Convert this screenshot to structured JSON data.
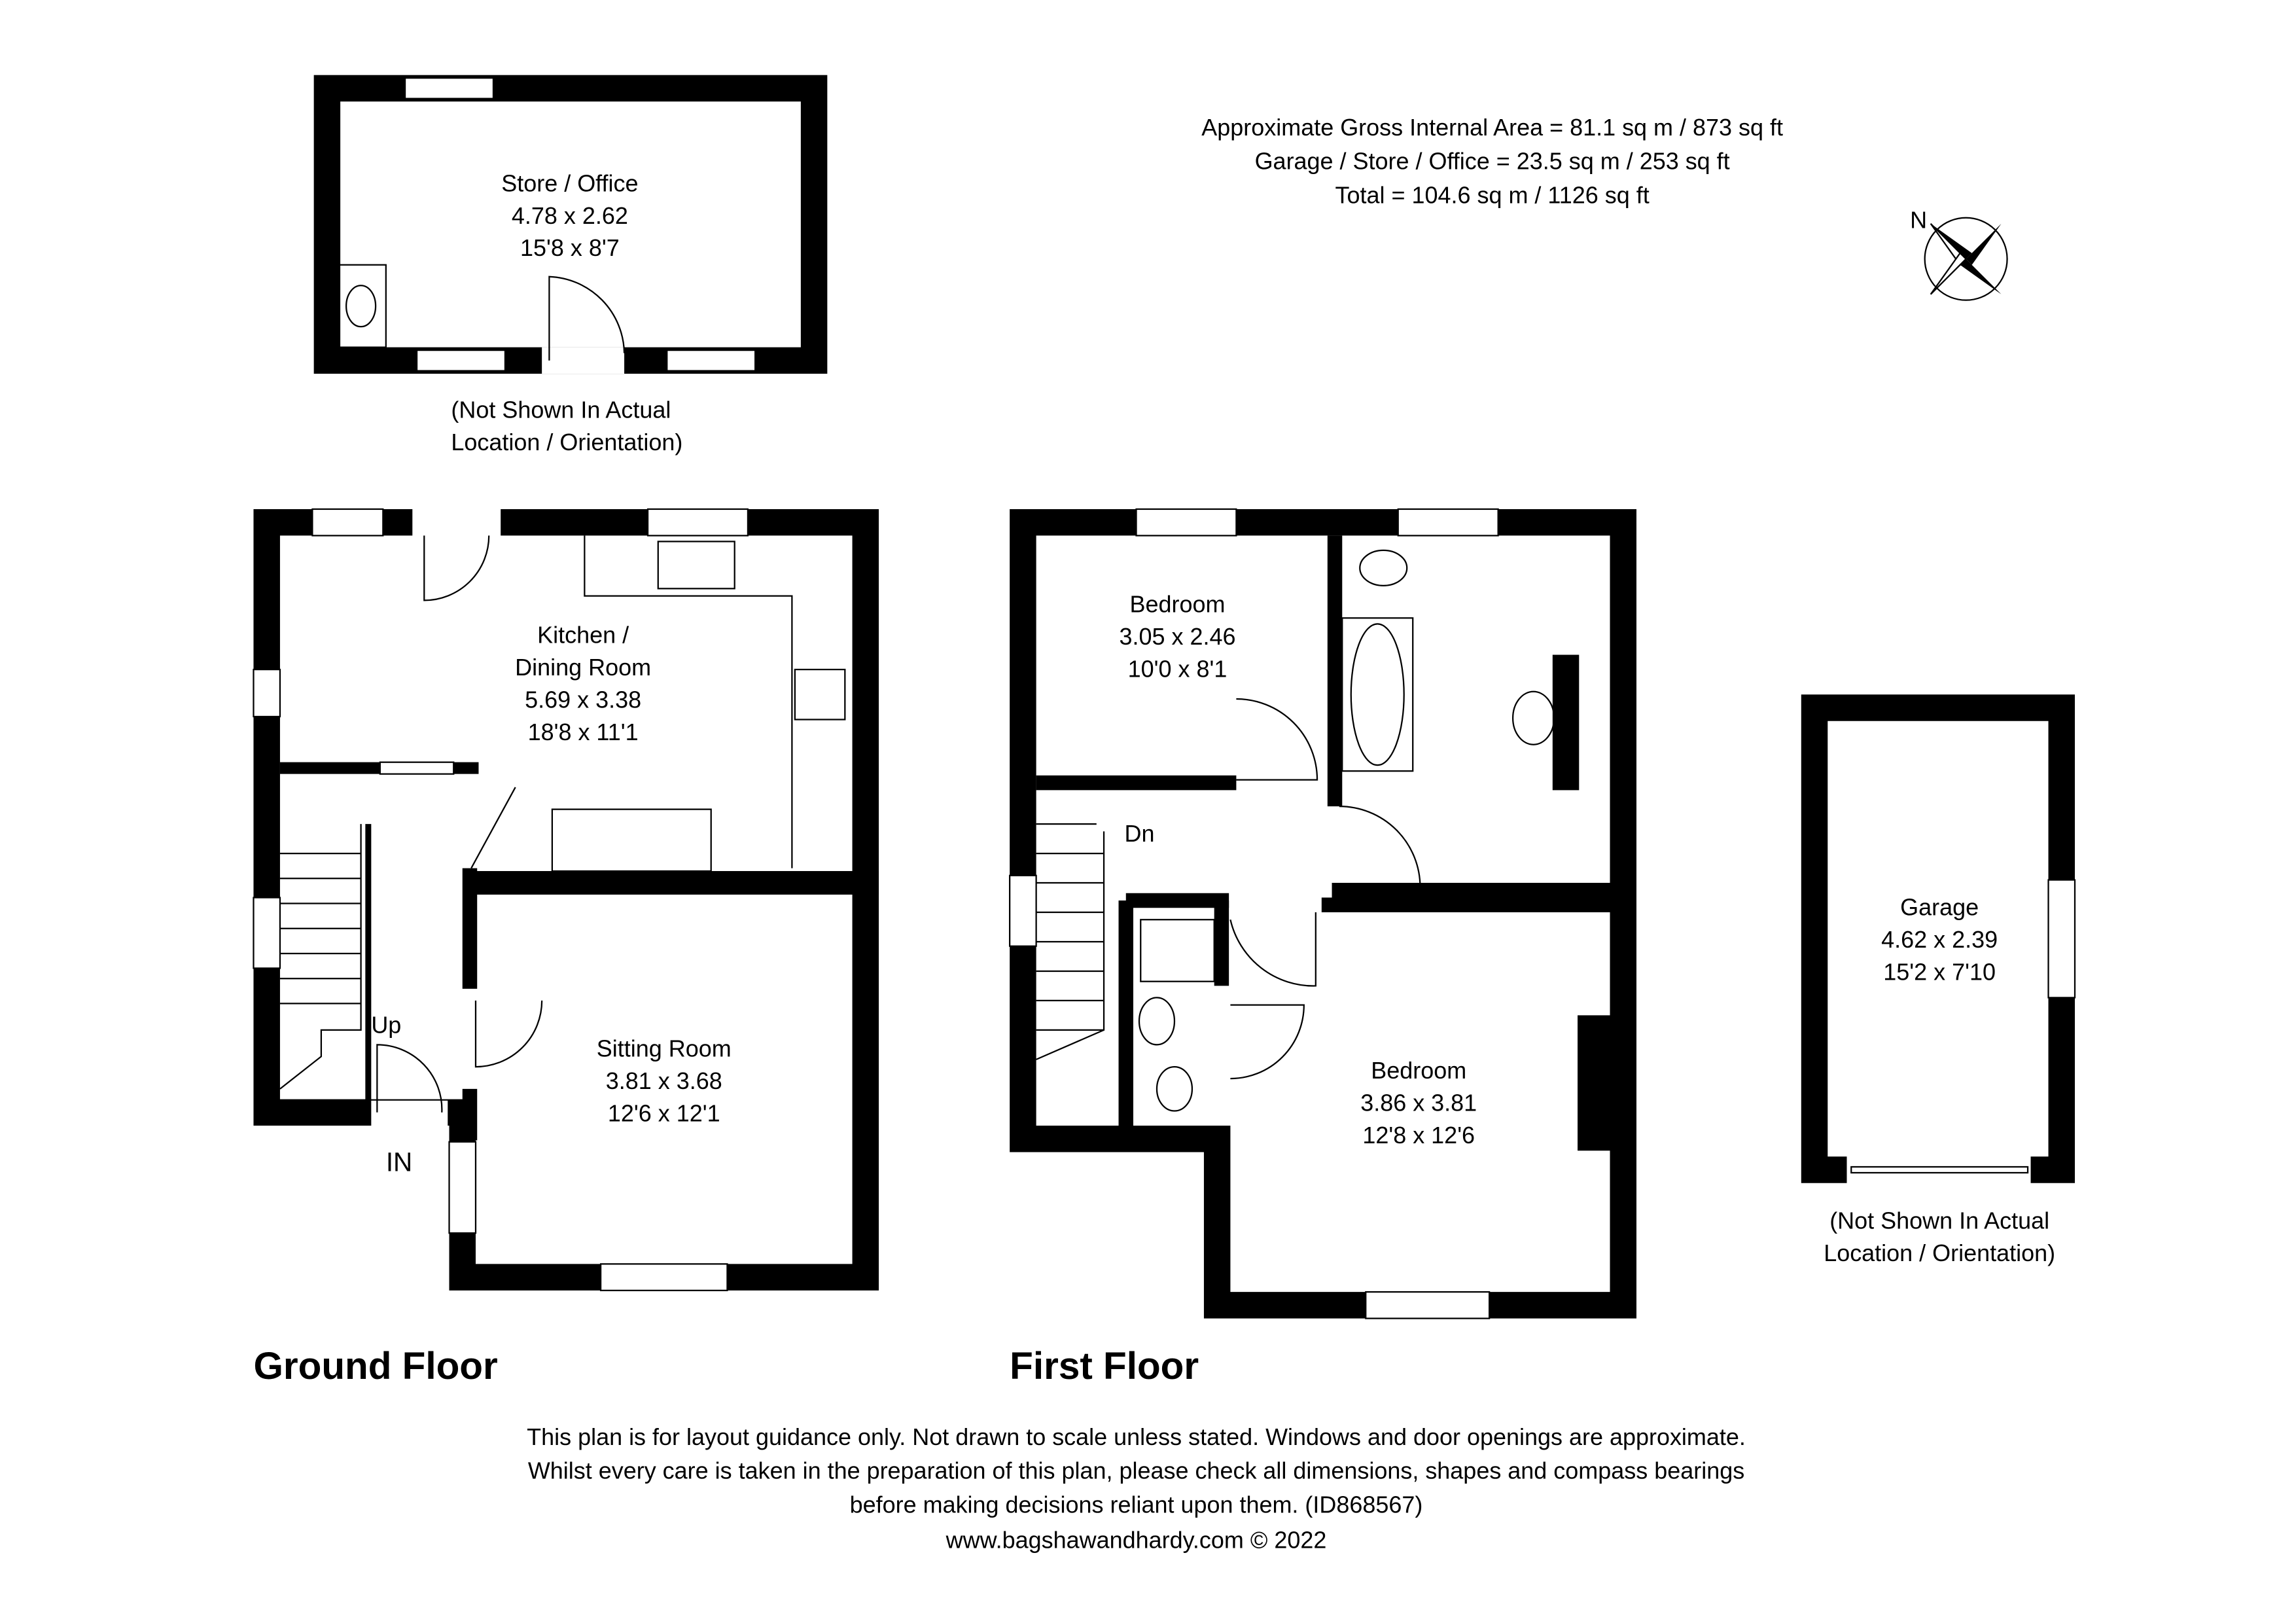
{
  "area_summary": {
    "line1": "Approximate Gross Internal Area = 81.1 sq m / 873 sq ft",
    "line2": "Garage / Store / Office = 23.5 sq m / 253 sq ft",
    "line3": "Total = 104.6 sq m / 1126 sq ft"
  },
  "compass": {
    "label": "N"
  },
  "store_office": {
    "name": "Store / Office",
    "metric": "4.78 x 2.62",
    "imperial": "15'8 x 8'7",
    "note1": "(Not Shown In Actual",
    "note2": "Location / Orientation)"
  },
  "ground_floor": {
    "title": "Ground Floor",
    "kitchen": {
      "name1": "Kitchen /",
      "name2": "Dining Room",
      "metric": "5.69 x 3.38",
      "imperial": "18'8 x 11'1"
    },
    "sitting": {
      "name": "Sitting Room",
      "metric": "3.81 x 3.68",
      "imperial": "12'6 x 12'1"
    },
    "stairs_label": "Up",
    "entrance_label": "IN"
  },
  "first_floor": {
    "title": "First Floor",
    "bedroom1": {
      "name": "Bedroom",
      "metric": "3.05 x 2.46",
      "imperial": "10'0 x 8'1"
    },
    "bedroom2": {
      "name": "Bedroom",
      "metric": "3.86 x 3.81",
      "imperial": "12'8 x 12'6"
    },
    "stairs_label": "Dn"
  },
  "garage": {
    "name": "Garage",
    "metric": "4.62 x 2.39",
    "imperial": "15'2 x 7'10",
    "note1": "(Not Shown In Actual",
    "note2": "Location / Orientation)"
  },
  "disclaimer": {
    "line1": "This plan is for layout guidance only. Not drawn to scale unless stated. Windows and door openings are approximate.",
    "line2": "Whilst every care is taken in the preparation of this plan, please check all dimensions, shapes and compass bearings",
    "line3": "before making decisions reliant upon them. (ID868567)",
    "line4": "www.bagshawandhardy.com © 2022"
  }
}
